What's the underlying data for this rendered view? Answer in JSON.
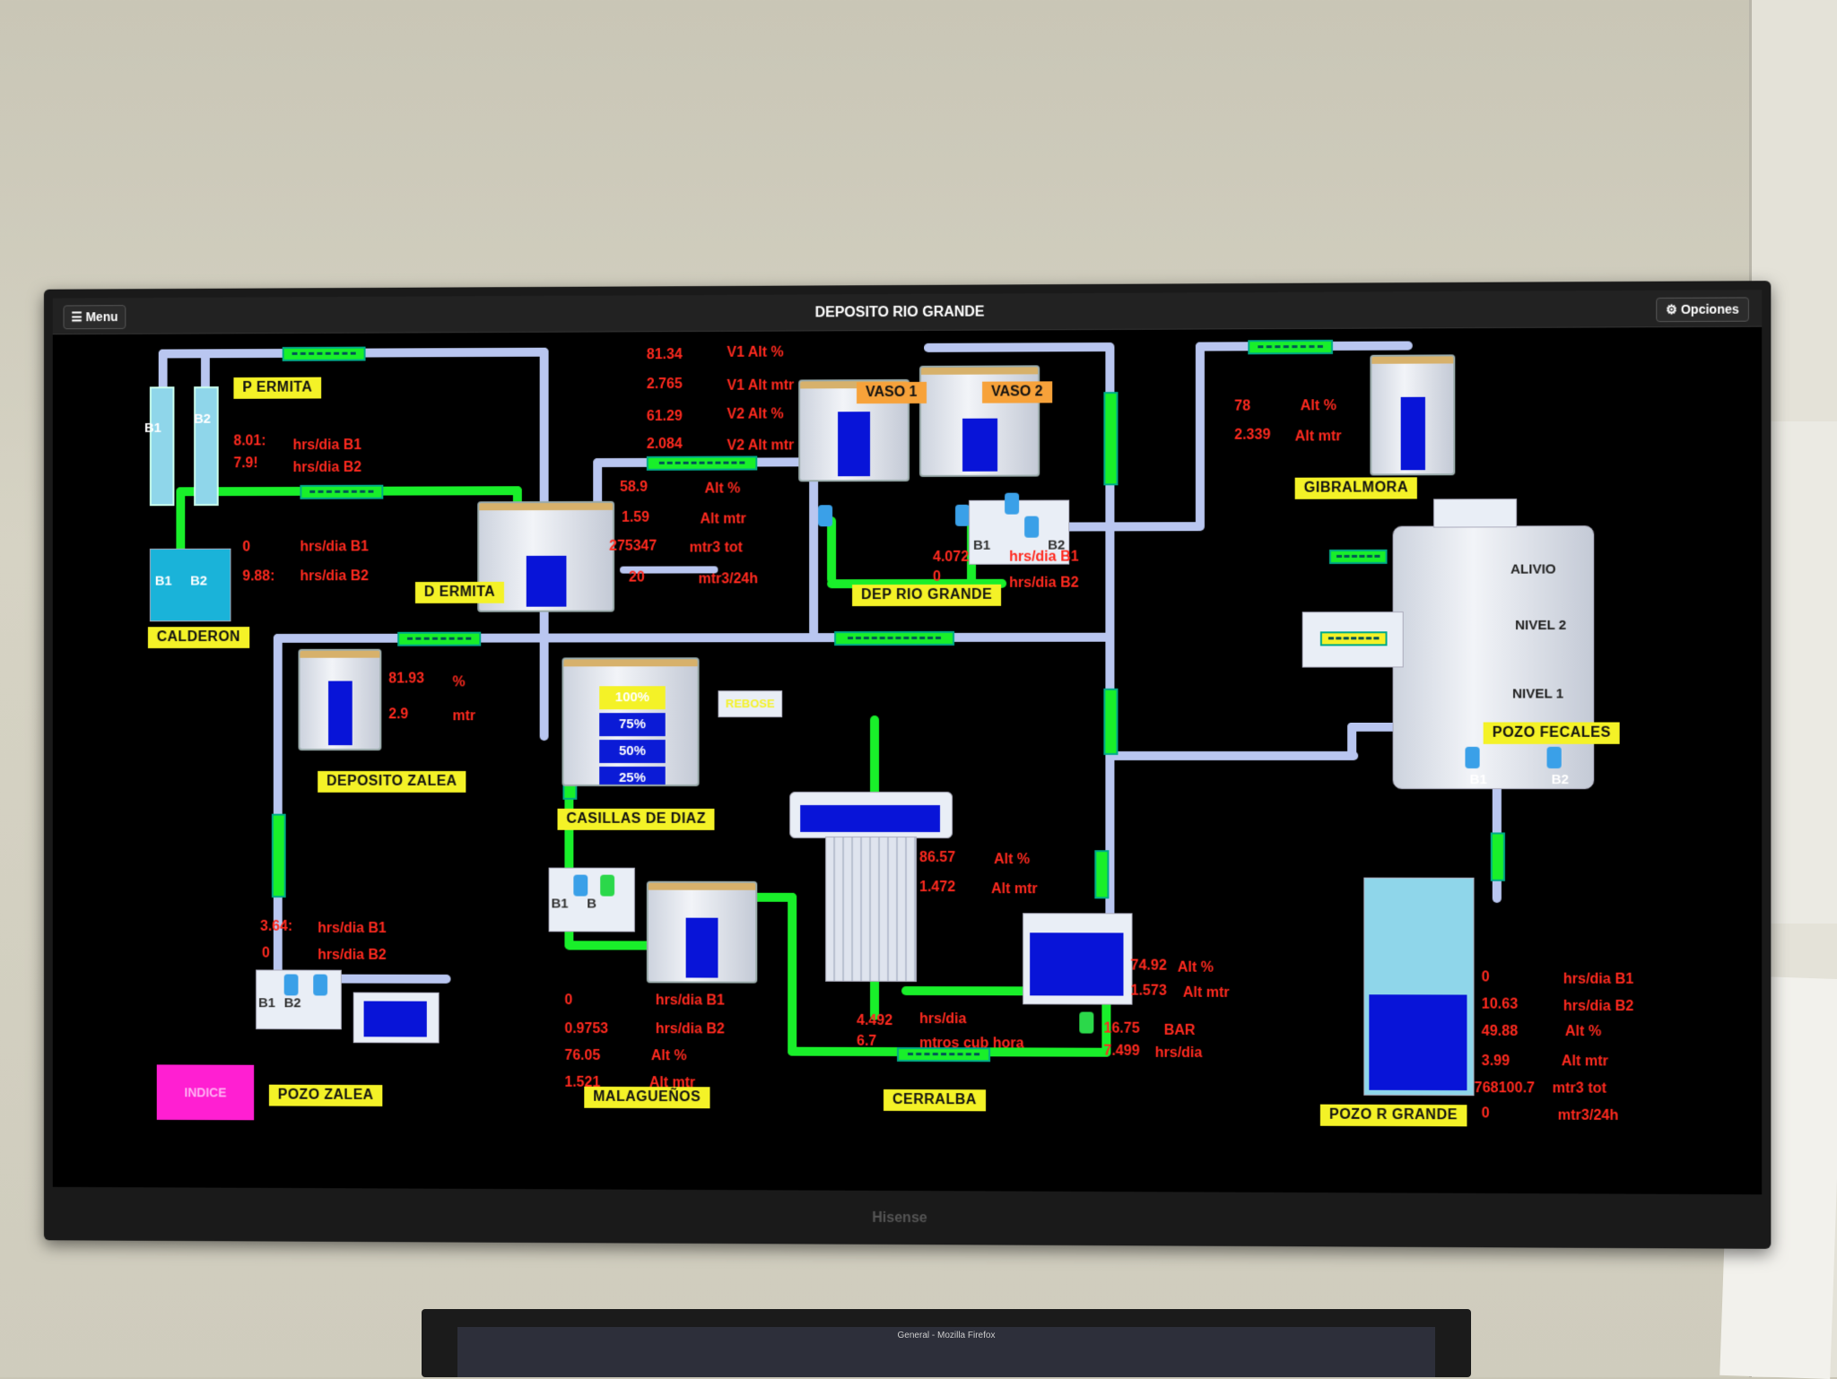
{
  "header": {
    "menu_label": "☰ Menu",
    "title": "DEPOSITO RIO GRANDE",
    "options_label": "⚙ Opciones"
  },
  "labels": {
    "p_ermita": "P ERMITA",
    "d_ermita": "D ERMITA",
    "calderon": "CALDERON",
    "deposito_zalea": "DEPOSITO ZALEA",
    "casillas_de_diaz": "CASILLAS DE DIAZ",
    "dep_rio_grande": "DEP RIO GRANDE",
    "gibralmora": "GIBRALMORA",
    "pozo_fecales": "POZO FECALES",
    "pozo_zalea": "POZO ZALEA",
    "malaguenos": "MALAGUEÑOS",
    "cerralba": "CERRALBA",
    "pozo_r_grande": "POZO R GRANDE",
    "vaso1": "VASO 1",
    "vaso2": "VASO 2",
    "indice": "INDICE",
    "rebose": "REBOSE"
  },
  "pumps": {
    "b1": "B1",
    "b2": "B2",
    "b": "B"
  },
  "p_ermita": {
    "hrs_b1": "8.01:",
    "hrs_b2": "7.9!",
    "u_b1": "hrs/dia B1",
    "u_b2": "hrs/dia B2"
  },
  "vasos": {
    "v1_alt_pct": "81.34",
    "v1_alt_pct_u": "V1 Alt %",
    "v1_alt_mtr": "2.765",
    "v1_alt_mtr_u": "V1 Alt mtr",
    "v2_alt_pct": "61.29",
    "v2_alt_pct_u": "V2 Alt %",
    "v2_alt_mtr": "2.084",
    "v2_alt_mtr_u": "V2 Alt mtr"
  },
  "d_ermita": {
    "alt_pct": "58.9",
    "alt_pct_u": "Alt %",
    "alt_mtr": "1.59",
    "alt_mtr_u": "Alt mtr",
    "mtr3_tot": "275347",
    "mtr3_tot_u": "mtr3 tot",
    "mtr3_24h": "20",
    "mtr3_24h_u": "mtr3/24h"
  },
  "calderon": {
    "hrs_b1": "0",
    "hrs_b2": "9.88:",
    "u_b1": "hrs/dia B1",
    "u_b2": "hrs/dia B2"
  },
  "rio_grande": {
    "hrs_b1": "4.072",
    "hrs_b2": "0",
    "u_b1": "hrs/dia B1",
    "u_b2": "hrs/dia B2"
  },
  "gibralmora": {
    "alt_pct": "78",
    "alt_pct_u": "Alt %",
    "alt_mtr": "2.339",
    "alt_mtr_u": "Alt mtr"
  },
  "fecales": {
    "alivio": "ALIVIO",
    "nivel2": "NIVEL 2",
    "nivel1": "NIVEL 1"
  },
  "zalea": {
    "alt_pct": "81.93",
    "alt_pct_u": "%",
    "alt_mtr": "2.9",
    "alt_mtr_u": "mtr"
  },
  "casillas": {
    "p100": "100%",
    "p75": "75%",
    "p50": "50%",
    "p25": "25%"
  },
  "tower": {
    "alt_pct": "86.57",
    "alt_pct_u": "Alt %",
    "alt_mtr": "1.472",
    "alt_mtr_u": "Alt mtr"
  },
  "pozo_zalea": {
    "hrs_b1": "3.64:",
    "hrs_b2": "0",
    "u_b1": "hrs/dia B1",
    "u_b2": "hrs/dia B2"
  },
  "malaguenos": {
    "hrs_b1": "0",
    "hrs_b2": "0.9753",
    "alt_pct": "76.05",
    "alt_mtr": "1.521",
    "u_b1": "hrs/dia B1",
    "u_b2": "hrs/dia B2",
    "u_pct": "Alt %",
    "u_mtr": "Alt mtr"
  },
  "cerralba": {
    "hrs": "4.492",
    "hrs_u": "hrs/dia",
    "mtros": "6.7",
    "mtros_u": "mtros cub hora",
    "bar": "16.75",
    "bar_u": "BAR",
    "hrs2": "7.499",
    "hrs2_u": "hrs/dia",
    "alt_pct": "74.92",
    "alt_pct_u": "Alt %",
    "alt_mtr": "1.573",
    "alt_mtr_u": "Alt mtr"
  },
  "pozo_r_grande": {
    "hrs_b1": "0",
    "hrs_b2": "10.63",
    "alt_pct": "49.88",
    "alt_mtr": "3.99",
    "mtr3_tot": "768100.7",
    "mtr3_24h": "0",
    "u_b1": "hrs/dia B1",
    "u_b2": "hrs/dia B2",
    "u_pct": "Alt %",
    "u_mtr": "Alt mtr",
    "u_tot": "mtr3 tot",
    "u_24h": "mtr3/24h"
  },
  "monitor_brand": "Hisense",
  "second_monitor": "General - Mozilla Firefox",
  "levels": {
    "d_ermita": 0.589,
    "vaso1": 0.8134,
    "vaso2": 0.6129,
    "gibralmora": 0.78,
    "zalea": 0.8193,
    "tower": 0.8657,
    "malaguenos": 0.7605,
    "cerralba": 0.7492,
    "pozo_r_grande": 0.4988
  }
}
